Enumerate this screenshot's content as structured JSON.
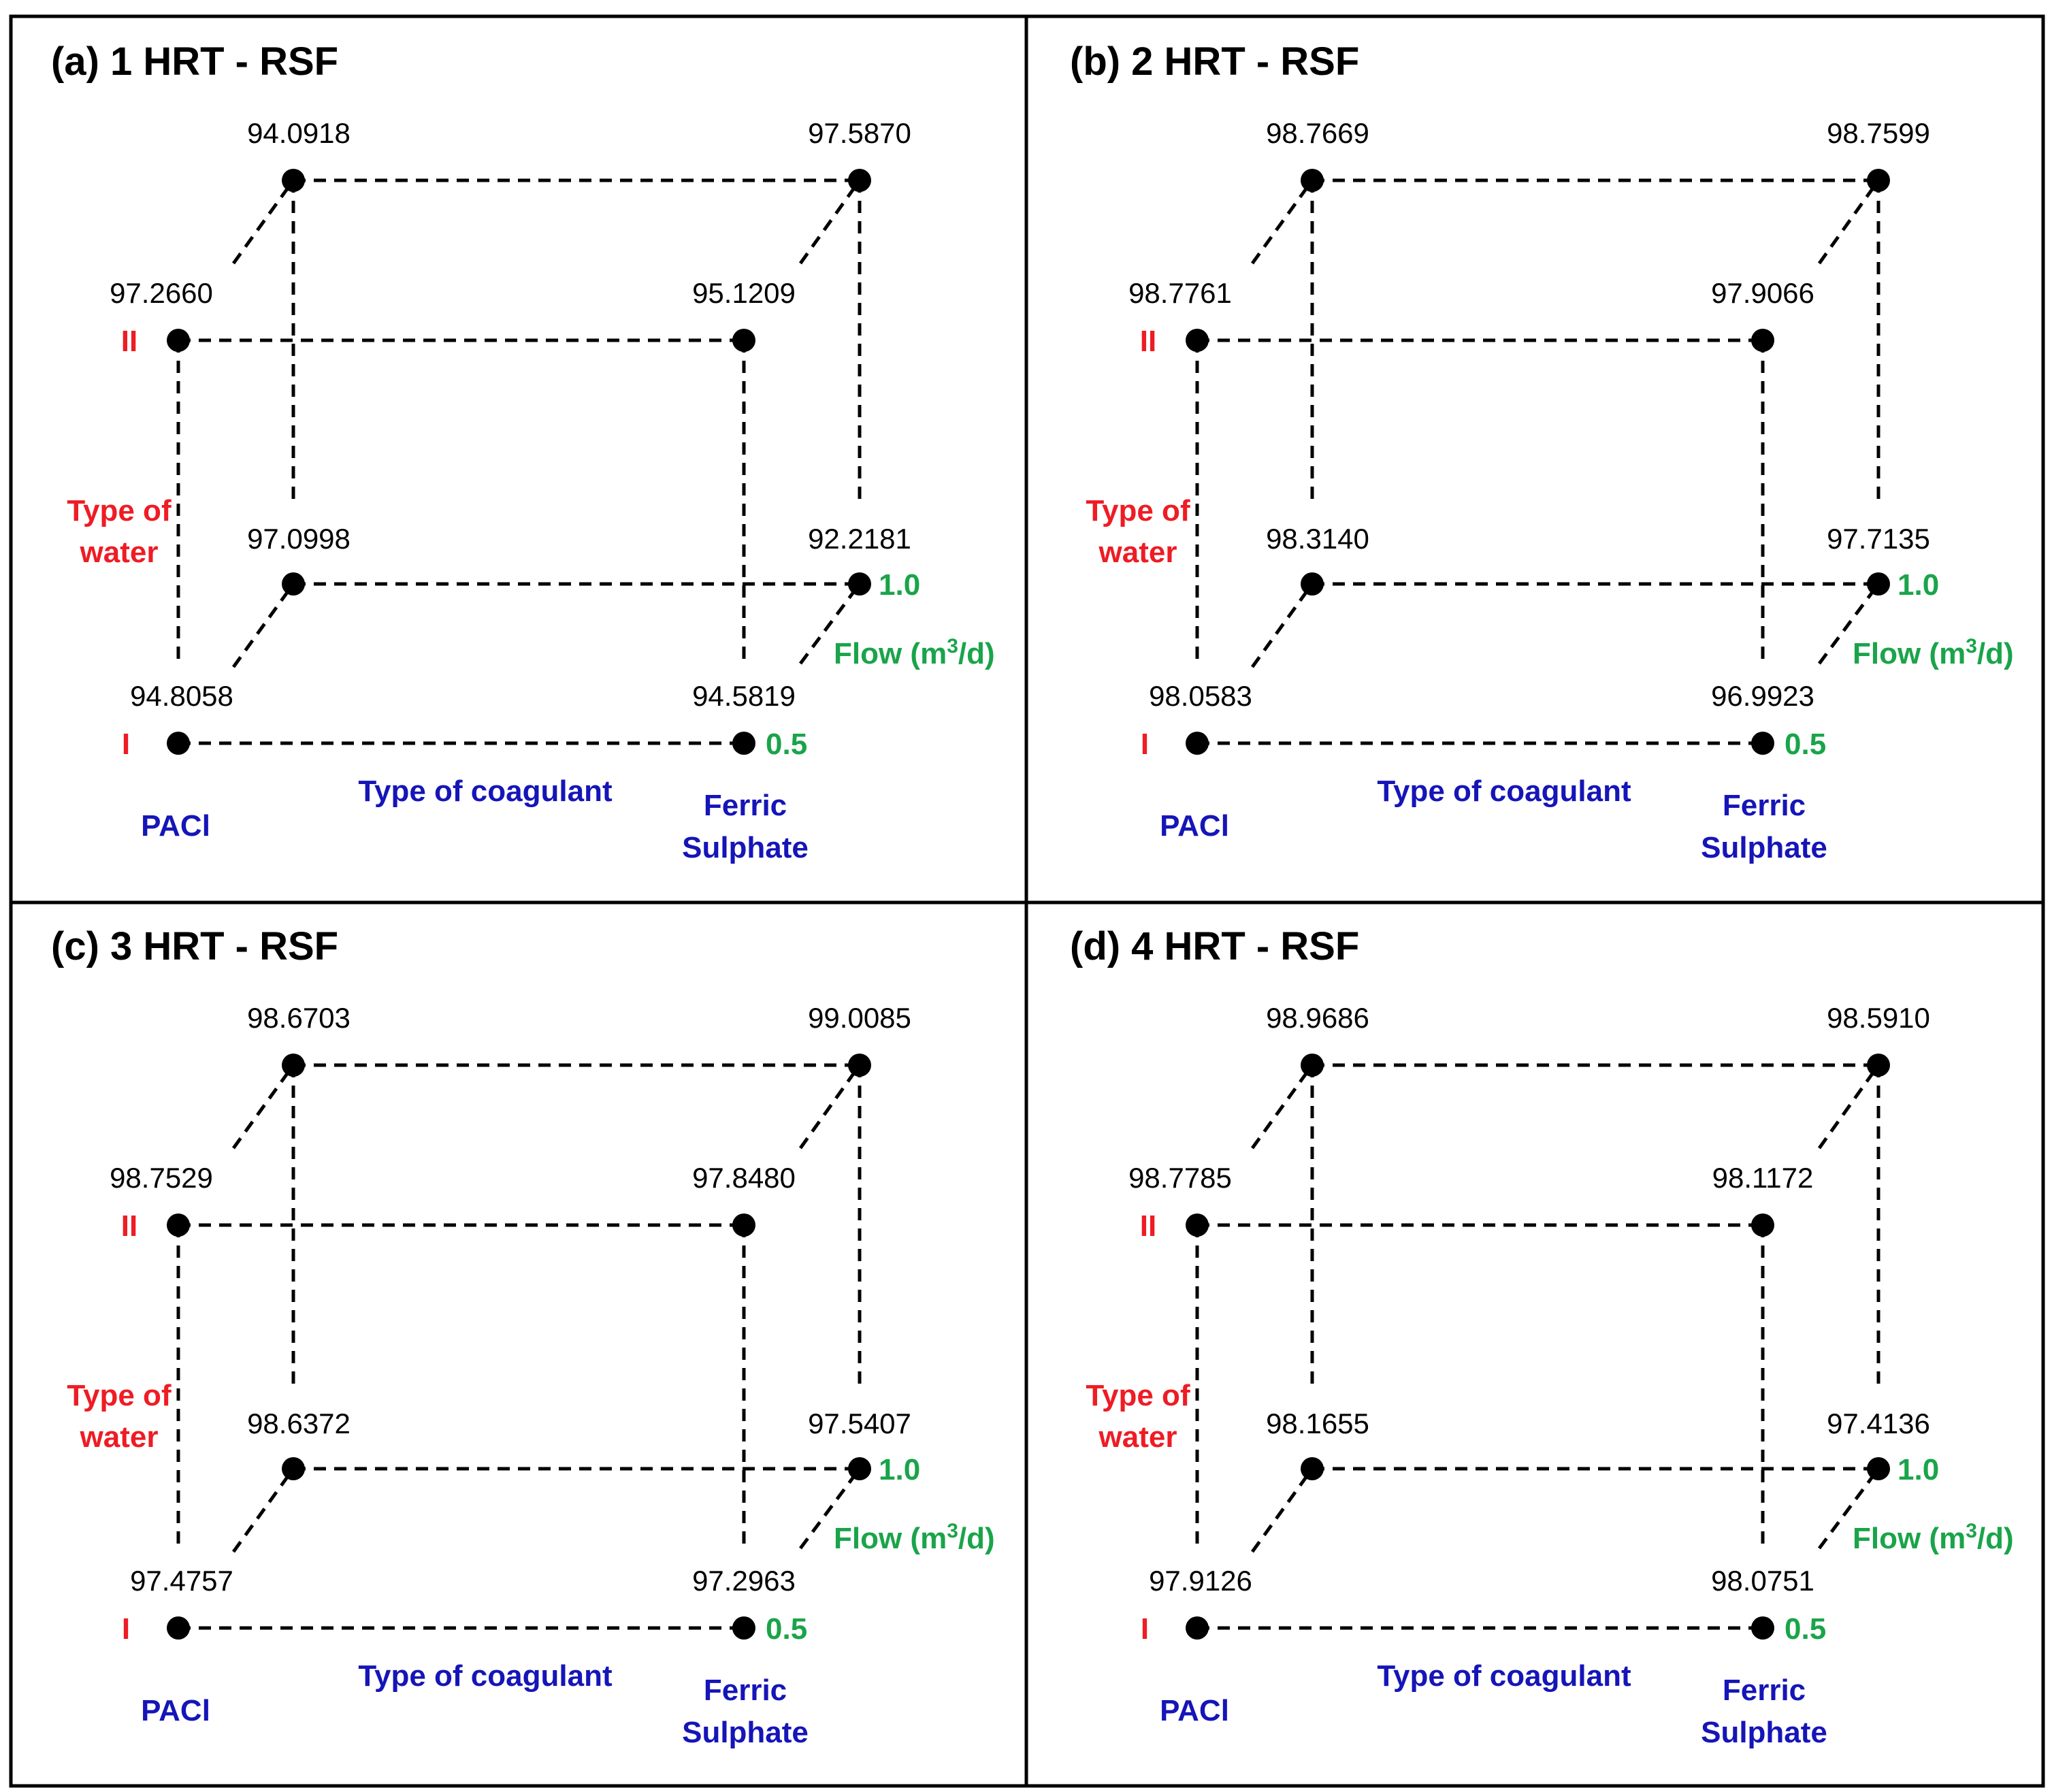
{
  "colors": {
    "water": "#ee1c24",
    "coagulant": "#1515b8",
    "flow": "#1aa44a",
    "values": "#000000"
  },
  "axis_labels": {
    "water_title_line1": "Type of",
    "water_title_line2": "water",
    "water_level_low": "I",
    "water_level_high": "II",
    "coagulant_title": "Type of coagulant",
    "coagulant_level_1": "PACl",
    "coagulant_level_2_line1": "Ferric",
    "coagulant_level_2_line2": "Sulphate",
    "flow_title": "Flow (m",
    "flow_title_sup": "3",
    "flow_title_end": "/d)",
    "flow_level_low": "0.5",
    "flow_level_high": "1.0"
  },
  "panels": [
    {
      "title": "(a) 1 HRT - RSF",
      "values": {
        "pacl_I_0_5": "94.8058",
        "ferric_I_0_5": "94.5819",
        "pacl_II_0_5": "97.2660",
        "ferric_II_0_5": "95.1209",
        "pacl_I_1_0": "97.0998",
        "ferric_I_1_0": "92.2181",
        "pacl_II_1_0": "94.0918",
        "ferric_II_1_0": "97.5870"
      }
    },
    {
      "title": "(b) 2 HRT - RSF",
      "values": {
        "pacl_I_0_5": "98.0583",
        "ferric_I_0_5": "96.9923",
        "pacl_II_0_5": "98.7761",
        "ferric_II_0_5": "97.9066",
        "pacl_I_1_0": "98.3140",
        "ferric_I_1_0": "97.7135",
        "pacl_II_1_0": "98.7669",
        "ferric_II_1_0": "98.7599"
      }
    },
    {
      "title": "(c) 3 HRT - RSF",
      "values": {
        "pacl_I_0_5": "97.4757",
        "ferric_I_0_5": "97.2963",
        "pacl_II_0_5": "98.7529",
        "ferric_II_0_5": "97.8480",
        "pacl_I_1_0": "98.6372",
        "ferric_I_1_0": "97.5407",
        "pacl_II_1_0": "98.6703",
        "ferric_II_1_0": "99.0085"
      }
    },
    {
      "title": "(d) 4 HRT - RSF",
      "values": {
        "pacl_I_0_5": "97.9126",
        "ferric_I_0_5": "98.0751",
        "pacl_II_0_5": "98.7785",
        "ferric_II_0_5": "98.1172",
        "pacl_I_1_0": "98.1655",
        "ferric_I_1_0": "97.4136",
        "pacl_II_1_0": "98.9686",
        "ferric_II_1_0": "98.5910"
      }
    }
  ]
}
